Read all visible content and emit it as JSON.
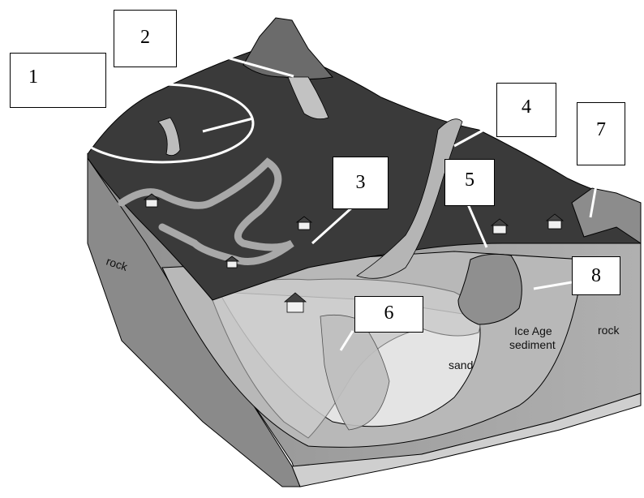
{
  "callouts": [
    {
      "id": "1",
      "label": "1"
    },
    {
      "id": "2",
      "label": "2"
    },
    {
      "id": "3",
      "label": "3"
    },
    {
      "id": "4",
      "label": "4"
    },
    {
      "id": "5",
      "label": "5"
    },
    {
      "id": "6",
      "label": "6"
    },
    {
      "id": "7",
      "label": "7"
    },
    {
      "id": "8",
      "label": "8"
    }
  ],
  "layer_labels": {
    "rock_left": "rock",
    "rock_right": "rock",
    "sand": "sand",
    "ice_age_sediment_line1": "Ice Age",
    "ice_age_sediment_line2": "sediment"
  },
  "colors": {
    "forest": "#3a3a3a",
    "forest_dark": "#262626",
    "rock_face": "#9a9a9a",
    "sediment": "#b9b9b9",
    "sand": "#e2e2e2",
    "water": "#c9c9c9"
  }
}
